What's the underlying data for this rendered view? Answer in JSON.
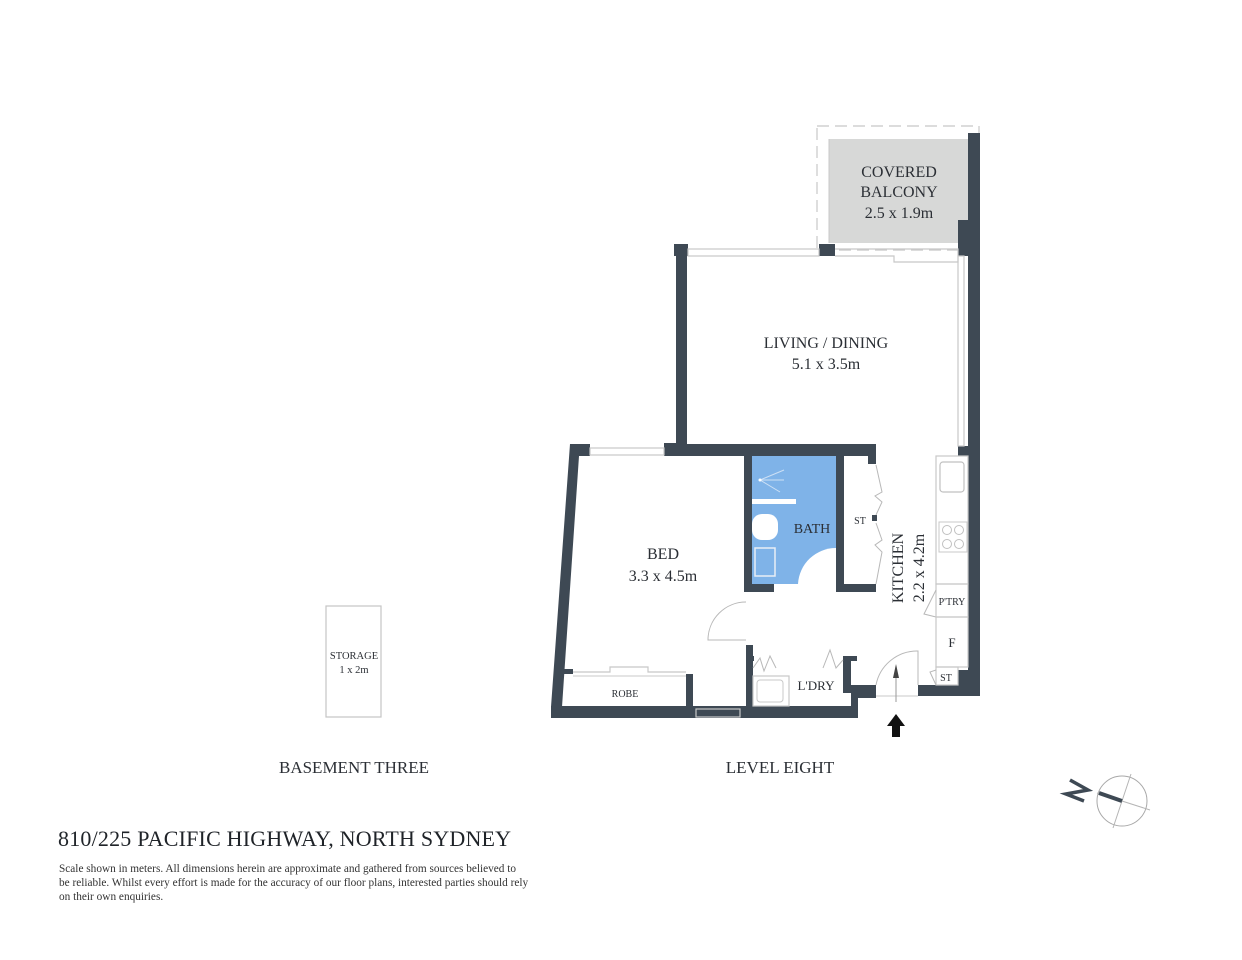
{
  "plan": {
    "address": "810/225 PACIFIC HIGHWAY, NORTH SYDNEY",
    "disclaimer": "Scale shown in meters. All dimensions herein are approximate and gathered from sources believed to be  reliable. Whilst every effort is made for the accuracy of our floor plans, interested parties should rely on their own enquiries.",
    "levels": [
      {
        "label": "BASEMENT THREE"
      },
      {
        "label": "LEVEL EIGHT"
      }
    ],
    "rooms": {
      "balcony": {
        "name_line1": "COVERED",
        "name_line2": "BALCONY",
        "size": "2.5 x 1.9m"
      },
      "living": {
        "name": "LIVING / DINING",
        "size": "5.1 x 3.5m"
      },
      "bed": {
        "name": "BED",
        "size": "3.3 x 4.5m"
      },
      "bath": {
        "name": "BATH"
      },
      "kitchen": {
        "name": "KITCHEN",
        "size": "2.2 x 4.2m"
      },
      "laundry": {
        "name": "L'DRY"
      },
      "robe": {
        "name": "ROBE"
      },
      "storage": {
        "name": "STORAGE",
        "size": "1 x 2m"
      },
      "store_hall": {
        "name": "ST"
      },
      "store_kitchen": {
        "name": "ST"
      },
      "pantry": {
        "name": "P'TRY"
      },
      "fridge": {
        "name": "F"
      }
    },
    "colors": {
      "wall": "#3e4954",
      "bath_fill": "#7fb3e8",
      "balcony_fill": "#d7d8d7"
    },
    "icons": [
      "entry-arrow-icon",
      "north-compass-icon"
    ]
  }
}
